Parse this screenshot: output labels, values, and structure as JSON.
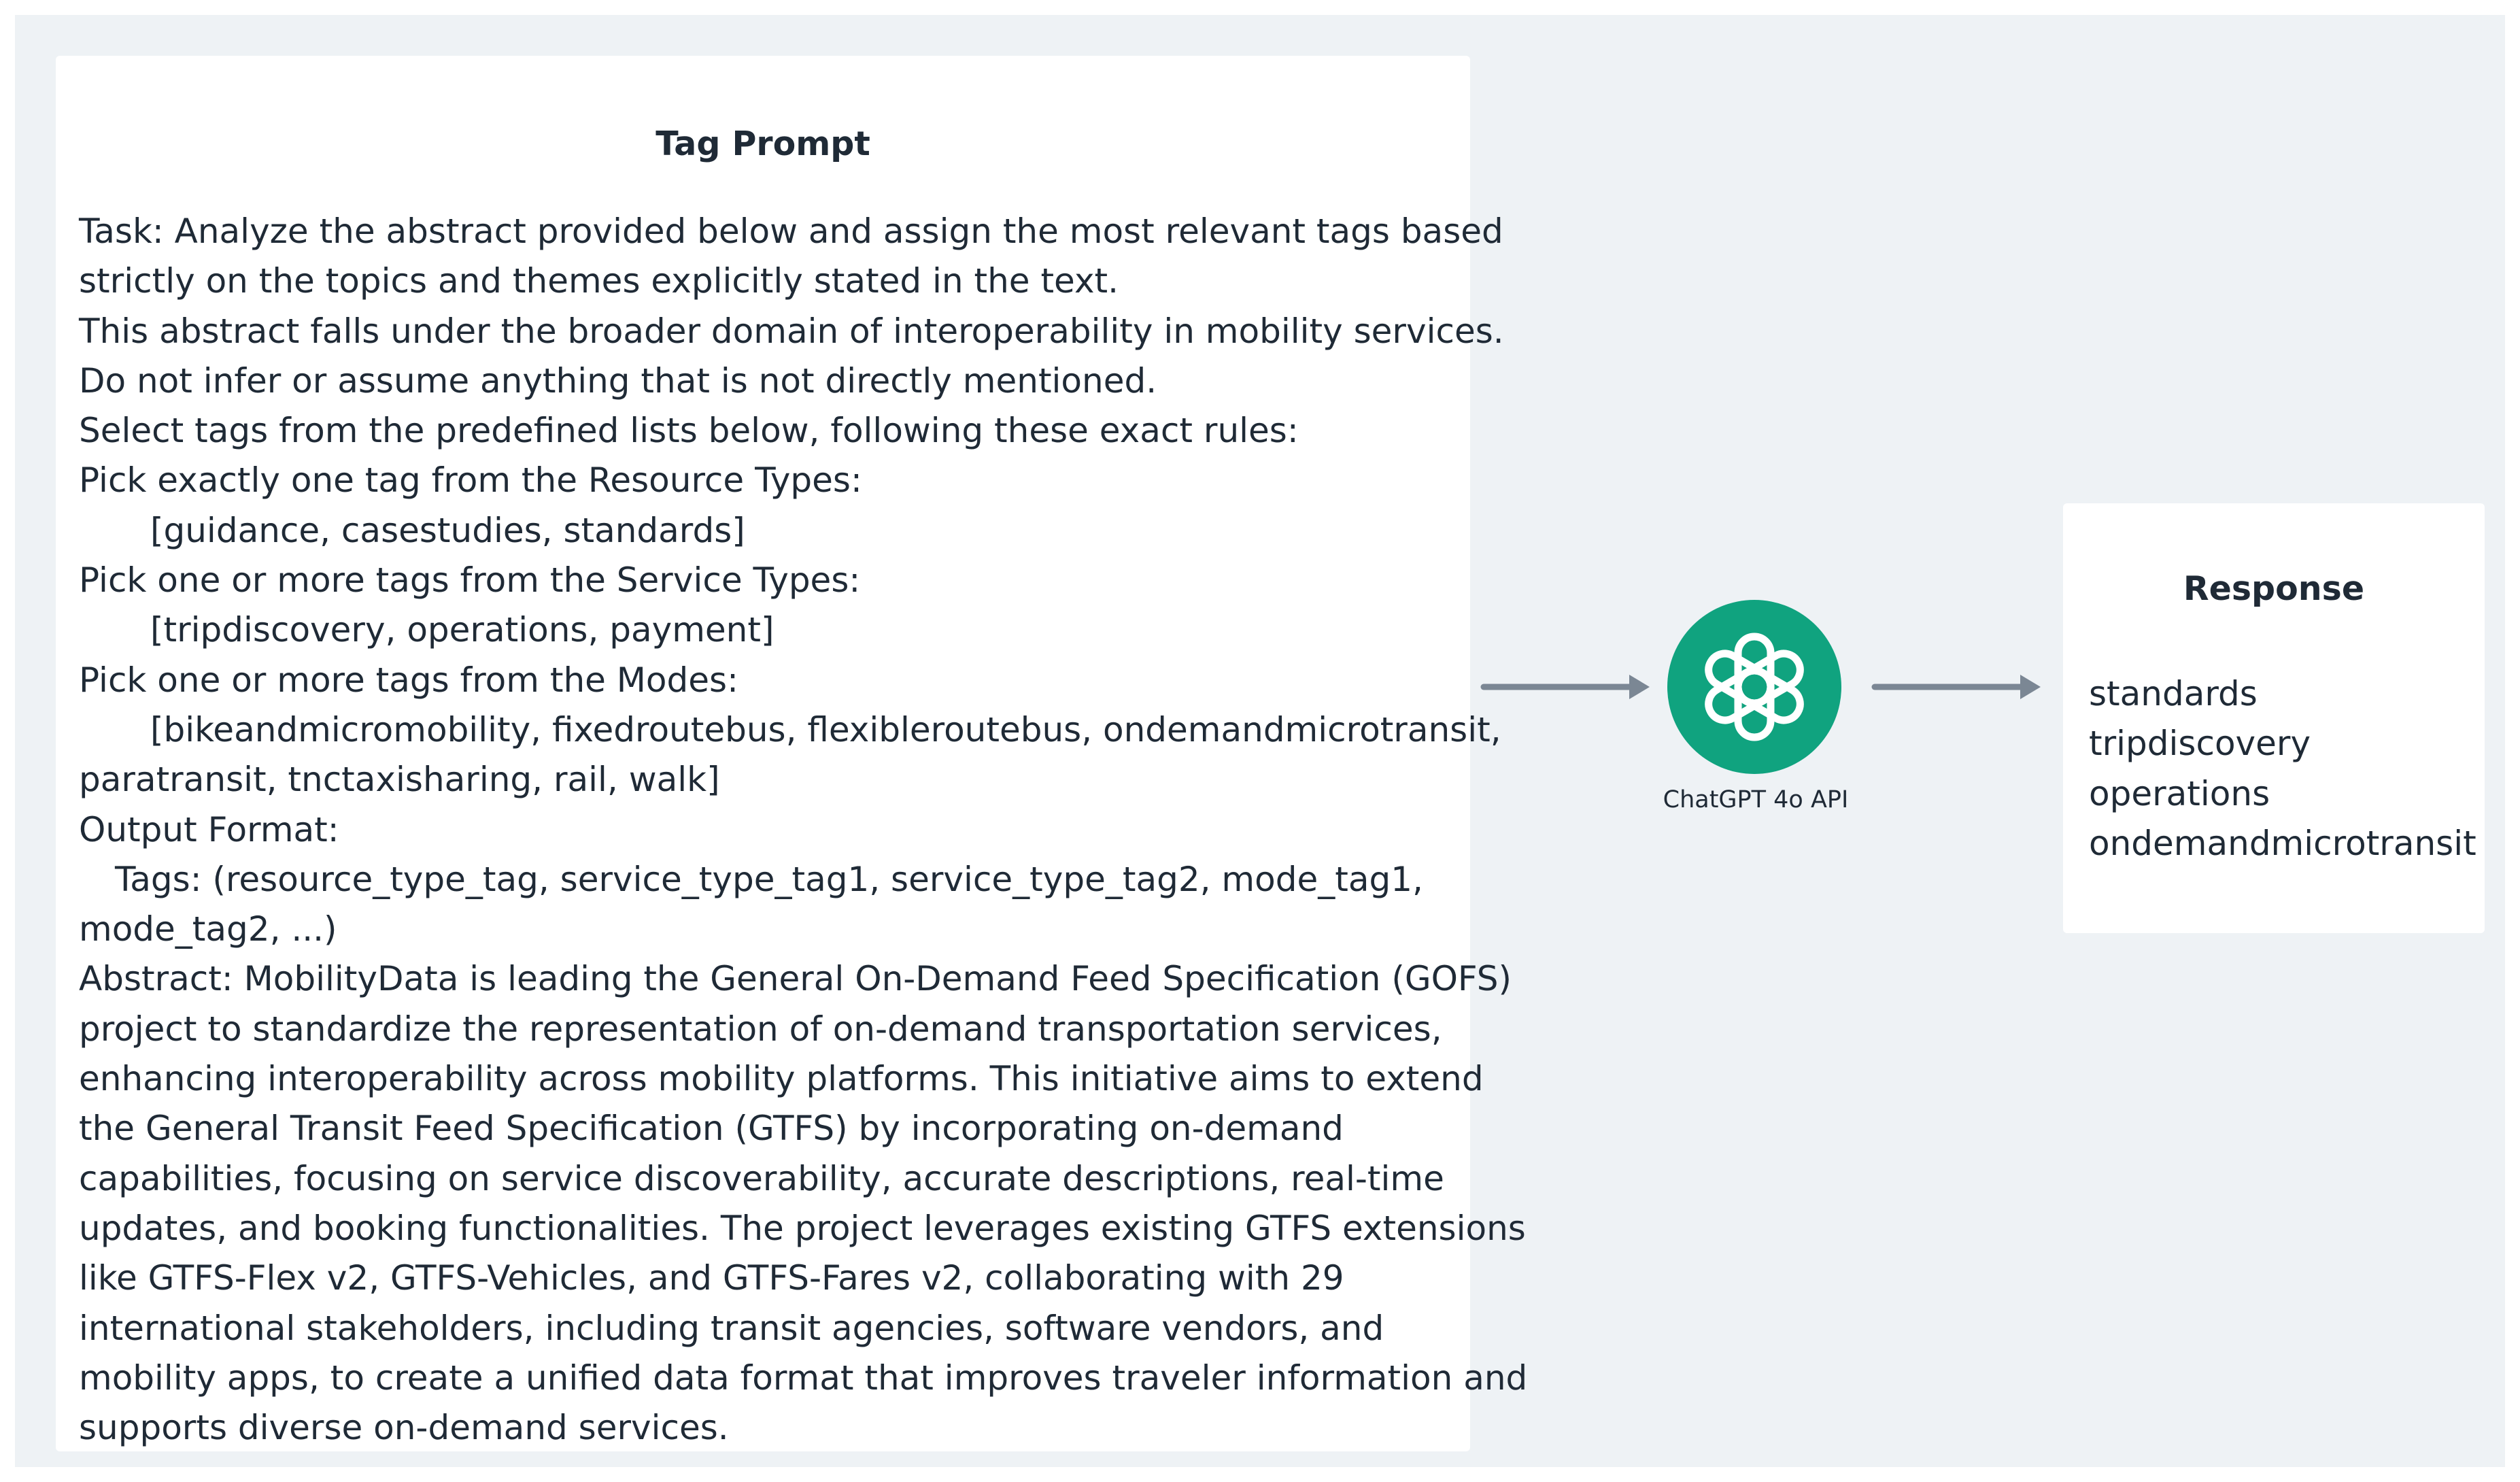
{
  "prompt": {
    "title": "Tag Prompt",
    "lines": [
      "Task: Analyze the abstract provided below and assign the most relevant tags based",
      "strictly on the topics and themes explicitly stated in the text.",
      "This abstract falls under the broader domain of interoperability in mobility services.",
      "Do not infer or assume anything that is not directly mentioned.",
      "Select tags from the predefined lists below, following these exact rules:",
      "Pick exactly one tag from the Resource Types:",
      "[guidance, casestudies, standards]",
      "Pick one or more tags from the Service Types:",
      "[tripdiscovery, operations, payment]",
      "Pick one or more tags from the Modes:",
      "[bikeandmicromobility, fixedroutebus, flexibleroutebus, ondemandmicrotransit,",
      "paratransit, tnctaxisharing, rail, walk]",
      "Output Format:",
      "Tags: (resource_type_tag, service_type_tag1, service_type_tag2, mode_tag1,",
      "mode_tag2, ...)",
      "Abstract: MobilityData is leading the General On-Demand Feed Specification (GOFS)",
      "project to standardize the representation of on-demand transportation services,",
      "enhancing interoperability across mobility platforms. This initiative aims to extend",
      "the General Transit Feed Specification (GTFS) by incorporating on-demand",
      "capabilities, focusing on service discoverability, accurate descriptions, real-time",
      "updates, and booking functionalities. The project leverages existing GTFS extensions",
      "like GTFS-Flex v2, GTFS-Vehicles, and GTFS-Fares v2, collaborating with 29",
      "international stakeholders, including transit agencies, software vendors, and",
      "mobility apps, to create a unified data format that improves traveler information and",
      "supports diverse on-demand services."
    ]
  },
  "model": {
    "label": "ChatGPT 4o API",
    "icon": "openai-logo-icon",
    "color": "#10a37f"
  },
  "response": {
    "title": "Response",
    "tags": [
      "standards",
      "tripdiscovery",
      "operations",
      "ondemandmicrotransit"
    ]
  },
  "colors": {
    "background": "#eef2f5",
    "card": "#ffffff",
    "arrow": "#7b8794",
    "text": "#1f2a36"
  }
}
